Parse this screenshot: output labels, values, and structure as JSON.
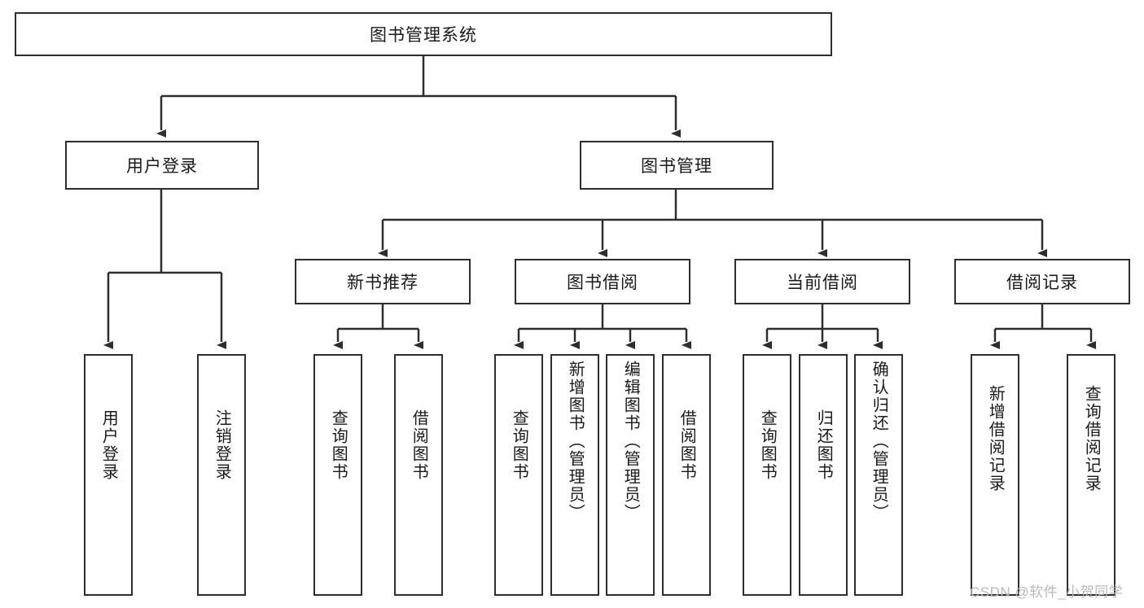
{
  "diagram": {
    "title_box": {
      "label": "图书管理系统"
    },
    "level2": [
      {
        "label": "用户登录"
      },
      {
        "label": "图书管理"
      }
    ],
    "level3": [
      {
        "label": "新书推荐"
      },
      {
        "label": "图书借阅"
      },
      {
        "label": "当前借阅"
      },
      {
        "label": "借阅记录"
      }
    ],
    "leaves": {
      "user_login": [
        {
          "label": "用户登录"
        },
        {
          "label": "注销登录"
        }
      ],
      "new_book_recommend": [
        {
          "label": "查询图书"
        },
        {
          "label": "借阅图书"
        }
      ],
      "book_borrow": [
        {
          "label": "查询图书"
        },
        {
          "label": "新增图书（管理员）"
        },
        {
          "label": "编辑图书（管理员）"
        },
        {
          "label": "借阅图书"
        }
      ],
      "current_borrow": [
        {
          "label": "查询图书"
        },
        {
          "label": "归还图书"
        },
        {
          "label": "确认归还（管理员）"
        }
      ],
      "borrow_record": [
        {
          "label": "新增借阅记录"
        },
        {
          "label": "查询借阅记录"
        }
      ]
    }
  },
  "watermark": {
    "text": "CSDN @软件_小贺同学"
  },
  "colors": {
    "box_border": "#2e2e2e",
    "text": "#1a1a1a",
    "line": "#2e2e2e",
    "watermark": "#b9b9b9",
    "background": "#ffffff"
  }
}
